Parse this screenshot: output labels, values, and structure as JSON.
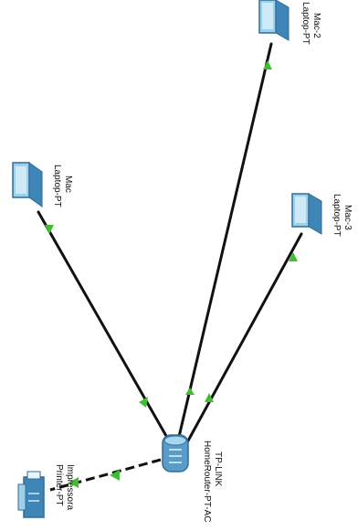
{
  "colors": {
    "background": "#ffffff",
    "link": "#111111",
    "port_indicator": "#3fbf2f",
    "device_blue": "#3f86b8",
    "device_light": "#9fd0ea",
    "router_blue": "#5a9cc9"
  },
  "devices": [
    {
      "id": "router",
      "icon": "home-router-icon",
      "line1": "HomeRouter-PT-AC",
      "line2": "TP-LINK"
    },
    {
      "id": "laptop-mac",
      "icon": "laptop-icon",
      "line1": "Laptop-PT",
      "line2": "Mac"
    },
    {
      "id": "laptop-mac-2",
      "icon": "laptop-icon",
      "line1": "Laptop-PT",
      "line2": "Mac-2"
    },
    {
      "id": "laptop-mac-3",
      "icon": "laptop-icon",
      "line1": "Laptop-PT",
      "line2": "Mac-3"
    },
    {
      "id": "printer",
      "icon": "printer-icon",
      "line1": "Printer-PT",
      "line2": "Impressora"
    }
  ],
  "links": [
    {
      "from": "router",
      "to": "laptop-mac",
      "style": "solid"
    },
    {
      "from": "router",
      "to": "laptop-mac-2",
      "style": "solid"
    },
    {
      "from": "router",
      "to": "laptop-mac-3",
      "style": "solid"
    },
    {
      "from": "router",
      "to": "printer",
      "style": "dashed"
    }
  ]
}
